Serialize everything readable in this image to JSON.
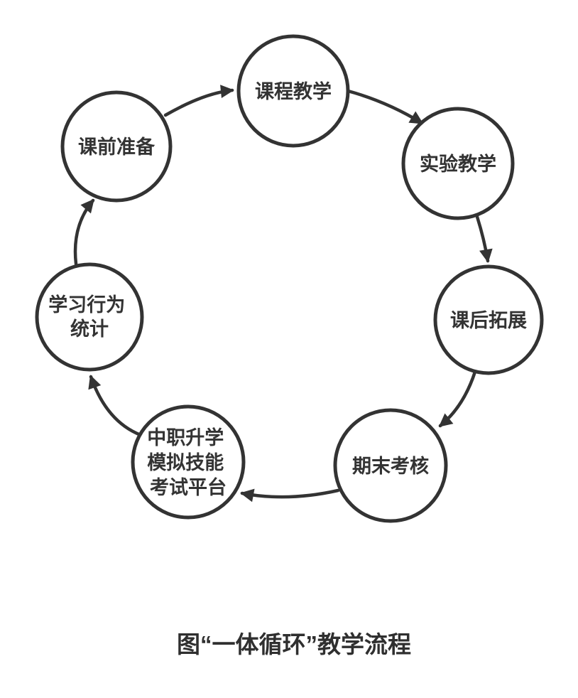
{
  "figure": {
    "caption": "图“一体循环”教学流程"
  },
  "diagram": {
    "type": "cycle",
    "direction": "clockwise",
    "nodes": [
      {
        "id": "pre-class-preparation",
        "label": "课前准备",
        "lines": [
          "课前准备"
        ]
      },
      {
        "id": "course-teaching",
        "label": "课程教学",
        "lines": [
          "课程教学"
        ]
      },
      {
        "id": "experiment-teaching",
        "label": "实验教学",
        "lines": [
          "实验教学"
        ]
      },
      {
        "id": "after-class-expansion",
        "label": "课后拓展",
        "lines": [
          "课后拓展"
        ]
      },
      {
        "id": "final-assessment",
        "label": "期末考核",
        "lines": [
          "期末考核"
        ]
      },
      {
        "id": "exam-platform",
        "label": "中职升学模拟技能考试平台",
        "lines": [
          "中职升学",
          "模拟技能",
          "考试平台"
        ]
      },
      {
        "id": "learning-behavior-statistics",
        "label": "学习行为统计",
        "lines": [
          "学习行为",
          "统计"
        ]
      }
    ],
    "flow": [
      "课前准备",
      "课程教学",
      "实验教学",
      "课后拓展",
      "期末考核",
      "中职升学模拟技能考试平台",
      "学习行为统计",
      "课前准备"
    ]
  },
  "colors": {
    "stroke": "#333333",
    "text": "#333333",
    "background": "#ffffff"
  }
}
